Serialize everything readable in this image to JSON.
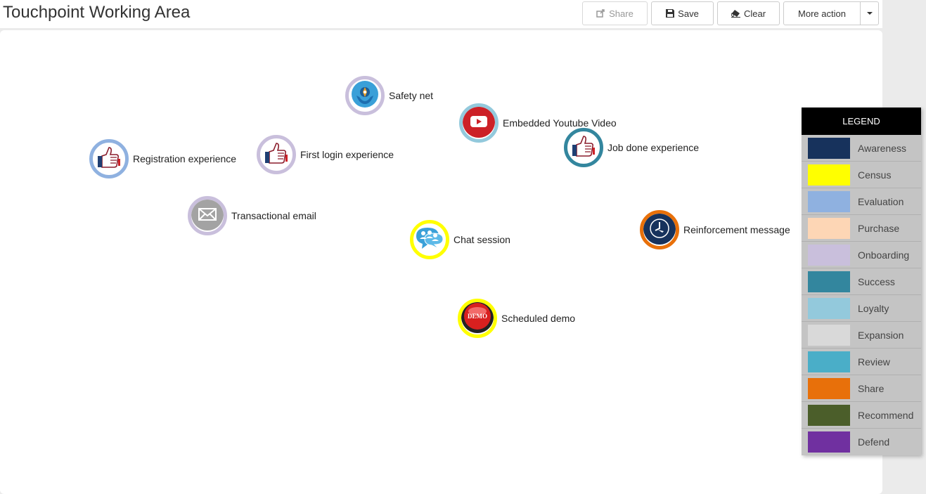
{
  "header": {
    "title": "Touchpoint Working Area",
    "share_label": "Share",
    "save_label": "Save",
    "clear_label": "Clear",
    "more_action_label": "More action"
  },
  "touchpoints": [
    {
      "label": "Safety net",
      "stage_color": "#c9bfdc",
      "icon": "hands-icon"
    },
    {
      "label": "Embedded Youtube Video",
      "stage_color": "#93c9dc",
      "icon": "youtube-icon"
    },
    {
      "label": "Registration experience",
      "stage_color": "#8fb1e0",
      "icon": "thumbs-up-icon"
    },
    {
      "label": "First login experience",
      "stage_color": "#c9bfdc",
      "icon": "thumbs-up-icon"
    },
    {
      "label": "Job done experience",
      "stage_color": "#33869e",
      "icon": "thumbs-up-icon"
    },
    {
      "label": "Transactional email",
      "stage_color": "#c9bfdc",
      "icon": "envelope-icon"
    },
    {
      "label": "Chat session",
      "stage_color": "#ffff00",
      "icon": "chat-icon"
    },
    {
      "label": "Reinforcement message",
      "stage_color": "#e8700a",
      "icon": "clock-icon"
    },
    {
      "label": "Scheduled demo",
      "stage_color": "#ffff00",
      "icon": "demo-button-icon"
    }
  ],
  "legend": {
    "title": "LEGEND",
    "items": [
      {
        "label": "Awareness",
        "color": "#17325c"
      },
      {
        "label": "Census",
        "color": "#ffff00"
      },
      {
        "label": "Evaluation",
        "color": "#8fb1e0"
      },
      {
        "label": "Purchase",
        "color": "#fdd6b5"
      },
      {
        "label": "Onboarding",
        "color": "#c9bfdc"
      },
      {
        "label": "Success",
        "color": "#33869e"
      },
      {
        "label": "Loyalty",
        "color": "#93c9dc"
      },
      {
        "label": "Expansion",
        "color": "#d9d9d9"
      },
      {
        "label": "Review",
        "color": "#4aaec8"
      },
      {
        "label": "Share",
        "color": "#e8700a"
      },
      {
        "label": "Recommend",
        "color": "#4b5e2a"
      },
      {
        "label": "Defend",
        "color": "#7030a0"
      }
    ]
  }
}
